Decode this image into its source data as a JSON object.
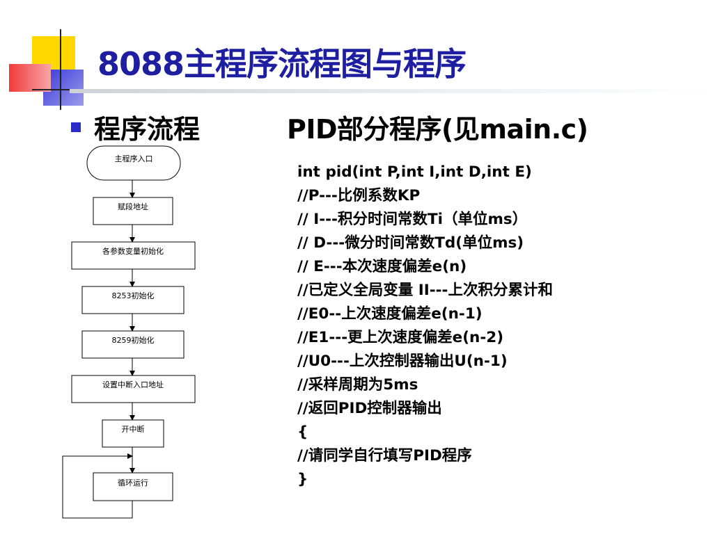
{
  "title": "8088主程序流程图与程序",
  "subheadings": {
    "left": "程序流程",
    "right": "PID部分程序(见main.c)"
  },
  "flowchart": {
    "nodes": [
      {
        "label": "主程序入口"
      },
      {
        "label": "赋段地址"
      },
      {
        "label": "各参数变量初始化"
      },
      {
        "label": "8253初始化"
      },
      {
        "label": "8259初始化"
      },
      {
        "label": "设置中断入口地址"
      },
      {
        "label": "开中断"
      },
      {
        "label": "循环运行"
      }
    ]
  },
  "code_lines": [
    "int pid(int P,int I,int D,int E)",
    "//P---比例系数KP",
    "// I---积分时间常数Ti（单位ms）",
    "// D---微分时间常数Td(单位ms)",
    "// E---本次速度偏差e(n)",
    "//已定义全局变量 II---上次积分累计和",
    "//E0--上次速度偏差e(n-1)",
    "//E1---更上次速度偏差e(n-2)",
    "//U0---上次控制器输出U(n-1)",
    "//采样周期为5ms",
    "//返回PID控制器输出",
    "{",
    "//请同学自行填写PID程序",
    "}"
  ],
  "colors": {
    "title": "#1e1ea0",
    "bullet": "#2a2ac8",
    "deco_yellow": "#ffd800",
    "deco_red": "#f03a3a",
    "deco_blue": "#3a3ad8"
  }
}
